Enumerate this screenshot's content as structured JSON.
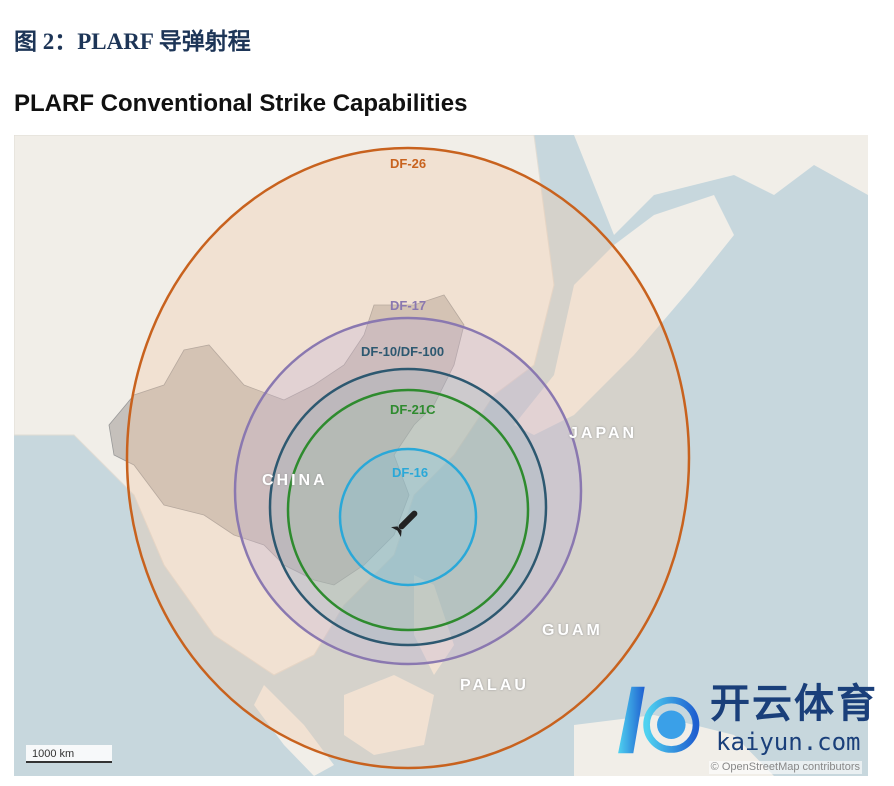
{
  "figure_caption": "图 2：PLARF 导弹射程",
  "chart_title": "PLARF Conventional Strike Capabilities",
  "map": {
    "range_rings": [
      {
        "name": "DF-26",
        "color": "#c8621e"
      },
      {
        "name": "DF-17",
        "color": "#8a78b0"
      },
      {
        "name": "DF-10/DF-100",
        "color": "#2d5870"
      },
      {
        "name": "DF-21C",
        "color": "#2e8b2e"
      },
      {
        "name": "DF-16",
        "color": "#2aa8d8"
      }
    ],
    "place_labels": [
      "CHINA",
      "JAPAN",
      "GUAM",
      "PALAU"
    ],
    "scale_bar": "1000 km",
    "attribution": "© OpenStreetMap contributors"
  },
  "watermark": {
    "cn": "开云体育",
    "en": "kaiyun.com"
  }
}
